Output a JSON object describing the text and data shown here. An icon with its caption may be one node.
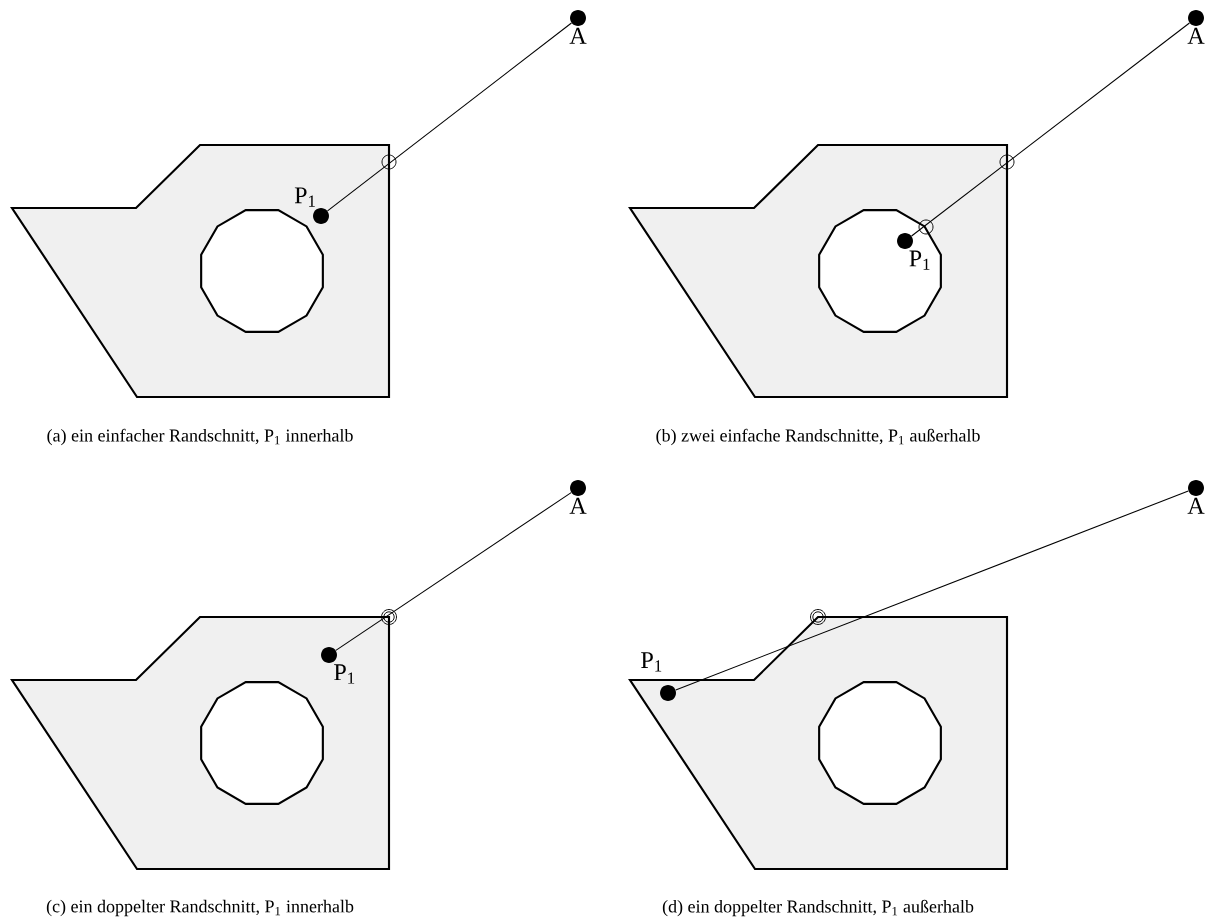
{
  "diagram": {
    "nodes": [
      {
        "text": [
          "A"
        ]
      },
      {
        "text": [
          "P$_{1}$"
        ]
      },
      {
        "text": [
          "A"
        ]
      },
      {
        "text": [
          "P$_{1}$"
        ]
      },
      {
        "text": [
          "A"
        ]
      },
      {
        "text": [
          "P$_{1}$"
        ]
      },
      {
        "text": [
          "A"
        ]
      },
      {
        "text": [
          "P$_{1}$"
        ]
      }
    ],
    "edges": [
      {
        "from": 1,
        "to": 0,
        "arrow": "none"
      },
      {
        "from": 3,
        "to": 2,
        "arrow": "none"
      },
      {
        "from": 5,
        "to": 4,
        "arrow": "none"
      },
      {
        "from": 7,
        "to": 6,
        "arrow": "none"
      }
    ],
    "labels": [
      "(a) ein einfacher Randschnitt, P$_{1}$ innerhalb",
      "(b) zwei einfache Randschnitte, P$_{1}$ außerhalb",
      "(c) ein doppelter Randschnitt, P$_{1}$ innerhalb",
      "(d) ein doppelter Randschnitt, P$_{1}$ außerhalb"
    ]
  }
}
